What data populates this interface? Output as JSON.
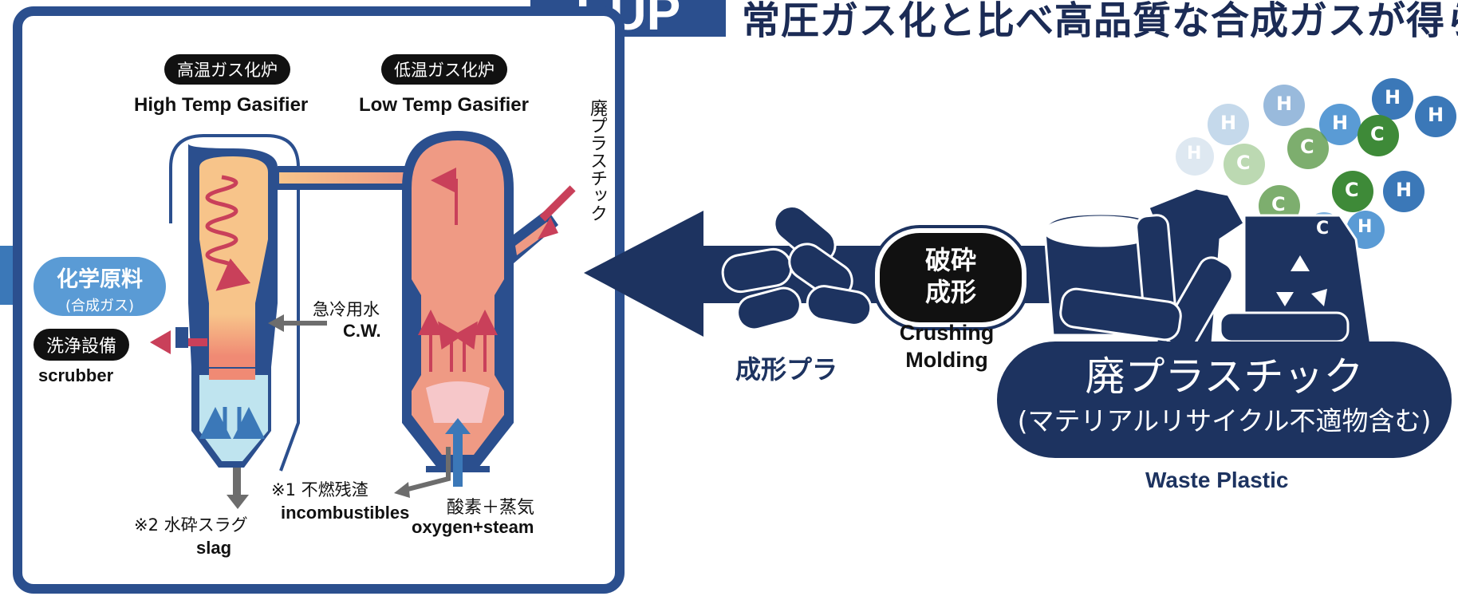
{
  "header": {
    "tab_text": "EUP",
    "title": "常圧ガス化と比べ高品質な合成ガスが得ら"
  },
  "gasifiers": {
    "high_temp_jp": "高温ガス化炉",
    "high_temp_en": "High Temp Gasifier",
    "low_temp_jp": "低温ガス化炉",
    "low_temp_en": "Low Temp Gasifier"
  },
  "inputs": {
    "waste_plastic_vertical": "廃プラスチック"
  },
  "outputs": {
    "chemical_jp": "化学原料",
    "chemical_sub": "(合成ガス)",
    "scrubber_jp": "洗浄設備",
    "scrubber_en": "scrubber",
    "quench_jp": "急冷用水",
    "quench_en": "C.W.",
    "slag_jp": "※2 水砕スラグ",
    "slag_en": "slag",
    "incomb_jp": "※1 不燃残渣",
    "incomb_en": "incombustibles",
    "oxygen_jp": "酸素＋蒸気",
    "oxygen_en": "oxygen+steam"
  },
  "process": {
    "molded_plastic_jp": "成形プラ",
    "crushing_jp_line1": "破砕",
    "crushing_jp_line2": "成形",
    "crushing_en_line1": "Crushing",
    "crushing_en_line2": "Molding"
  },
  "waste": {
    "main_jp": "廃プラスチック",
    "sub_jp": "(マテリアルリサイクル不適物含む)",
    "en": "Waste Plastic"
  },
  "molecules": {
    "labels": [
      "H",
      "H",
      "H",
      "H",
      "H",
      "H",
      "H",
      "H",
      "C",
      "C",
      "C",
      "C",
      "C",
      "C"
    ]
  },
  "colors": {
    "navy": "#1d3360",
    "frame_blue": "#2b4f8e",
    "high_temp_fill": "#f7c48a",
    "low_temp_fill": "#ef9a84",
    "water": "#bfe4ef",
    "arrow_red": "#c9405a",
    "chemical_blue": "#5a9bd5"
  }
}
